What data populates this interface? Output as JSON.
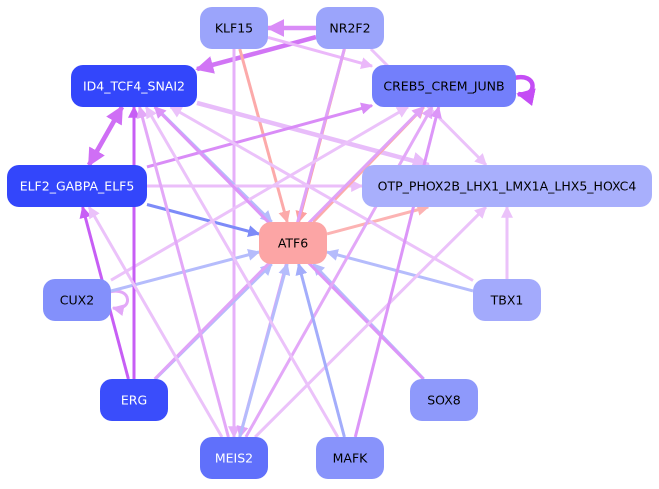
{
  "graph": {
    "title": "",
    "nodes": [
      {
        "id": "KLF15",
        "label": "KLF15",
        "fill": "#9ba4fb",
        "text_color": "#000000"
      },
      {
        "id": "NR2F2",
        "label": "NR2F2",
        "fill": "#9ba4fb",
        "text_color": "#000000"
      },
      {
        "id": "ID4_TCF4_SNAI2",
        "label": "ID4_TCF4_SNAI2",
        "fill": "#3346fb",
        "text_color": "#ffffff"
      },
      {
        "id": "CREB5_CREM_JUNB",
        "label": "CREB5_CREM_JUNB",
        "fill": "#737ffb",
        "text_color": "#000000"
      },
      {
        "id": "ELF2_GABPA_ELF5",
        "label": "ELF2_GABPA_ELF5",
        "fill": "#3346fb",
        "text_color": "#ffffff"
      },
      {
        "id": "OTP_PHOX2B_LHX1_LMX1A_LHX5_HOXC4",
        "label": "OTP_PHOX2B_LHX1_LMX1A_LHX5_HOXC4",
        "fill": "#a8affc",
        "text_color": "#000000"
      },
      {
        "id": "ATF6",
        "label": "ATF6",
        "fill": "#fca5a5",
        "text_color": "#000000"
      },
      {
        "id": "CUX2",
        "label": "CUX2",
        "fill": "#8390fb",
        "text_color": "#000000"
      },
      {
        "id": "TBX1",
        "label": "TBX1",
        "fill": "#a3aafc",
        "text_color": "#000000"
      },
      {
        "id": "ERG",
        "label": "ERG",
        "fill": "#3a4dfb",
        "text_color": "#ffffff"
      },
      {
        "id": "SOX8",
        "label": "SOX8",
        "fill": "#8e99fb",
        "text_color": "#000000"
      },
      {
        "id": "MEIS2",
        "label": "MEIS2",
        "fill": "#6070fb",
        "text_color": "#ffffff"
      },
      {
        "id": "MAFK",
        "label": "MAFK",
        "fill": "#8893fb",
        "text_color": "#000000"
      }
    ],
    "edges": [
      {
        "from": "NR2F2",
        "to": "KLF15",
        "color": "#d98cf7",
        "weight": "thick"
      },
      {
        "from": "NR2F2",
        "to": "ID4_TCF4_SNAI2",
        "color": "#d175f5",
        "weight": "thick"
      },
      {
        "from": "KLF15",
        "to": "CREB5_CREM_JUNB",
        "color": "#ebb8fa",
        "weight": "medium"
      },
      {
        "from": "KLF15",
        "to": "ATF6",
        "color": "#fcaaaa",
        "weight": "medium"
      },
      {
        "from": "KLF15",
        "to": "MEIS2",
        "color": "#e6b0fa",
        "weight": "medium"
      },
      {
        "from": "NR2F2",
        "to": "ATF6",
        "color": "#fca0a0",
        "weight": "medium"
      },
      {
        "from": "NR2F2",
        "to": "OTP_PHOX2B_LHX1_LMX1A_LHX5_HOXC4",
        "color": "#ebc2fa",
        "weight": "medium"
      },
      {
        "from": "NR2F2",
        "to": "MEIS2",
        "color": "#dfa3f8",
        "weight": "medium"
      },
      {
        "from": "CREB5_CREM_JUNB",
        "to": "CREB5_CREM_JUNB",
        "color": "#c44df5",
        "weight": "thick"
      },
      {
        "from": "ID4_TCF4_SNAI2",
        "to": "ELF2_GABPA_ELF5",
        "color": "#cf6ff5",
        "weight": "thick"
      },
      {
        "from": "ELF2_GABPA_ELF5",
        "to": "ID4_TCF4_SNAI2",
        "color": "#cf6ff5",
        "weight": "thick"
      },
      {
        "from": "ID4_TCF4_SNAI2",
        "to": "ATF6",
        "color": "#b5bcfc",
        "weight": "medium"
      },
      {
        "from": "ID4_TCF4_SNAI2",
        "to": "OTP_PHOX2B_LHX1_LMX1A_LHX5_HOXC4",
        "color": "#e8bdfa",
        "weight": "thick"
      },
      {
        "from": "ELF2_GABPA_ELF5",
        "to": "CREB5_CREM_JUNB",
        "color": "#d98cf7",
        "weight": "medium"
      },
      {
        "from": "ELF2_GABPA_ELF5",
        "to": "OTP_PHOX2B_LHX1_LMX1A_LHX5_HOXC4",
        "color": "#ebbefa",
        "weight": "medium"
      },
      {
        "from": "ELF2_GABPA_ELF5",
        "to": "ATF6",
        "color": "#7d8bf8",
        "weight": "medium"
      },
      {
        "from": "ATF6",
        "to": "CREB5_CREM_JUNB",
        "color": "#fcaaaa",
        "weight": "medium"
      },
      {
        "from": "ATF6",
        "to": "OTP_PHOX2B_LHX1_LMX1A_LHX5_HOXC4",
        "color": "#fcb3b3",
        "weight": "medium"
      },
      {
        "from": "CUX2",
        "to": "CUX2",
        "color": "#e3a8f8",
        "weight": "medium"
      },
      {
        "from": "CUX2",
        "to": "ATF6",
        "color": "#b5bcfc",
        "weight": "medium"
      },
      {
        "from": "CUX2",
        "to": "CREB5_CREM_JUNB",
        "color": "#ebc2fa",
        "weight": "medium"
      },
      {
        "from": "TBX1",
        "to": "ATF6",
        "color": "#b5bcfc",
        "weight": "medium"
      },
      {
        "from": "TBX1",
        "to": "OTP_PHOX2B_LHX1_LMX1A_LHX5_HOXC4",
        "color": "#ebc2fa",
        "weight": "medium"
      },
      {
        "from": "TBX1",
        "to": "ID4_TCF4_SNAI2",
        "color": "#ebc2fa",
        "weight": "medium"
      },
      {
        "from": "ERG",
        "to": "ELF2_GABPA_ELF5",
        "color": "#c75ef5",
        "weight": "medium"
      },
      {
        "from": "ERG",
        "to": "ID4_TCF4_SNAI2",
        "color": "#c75ef5",
        "weight": "medium"
      },
      {
        "from": "ERG",
        "to": "ATF6",
        "color": "#b5bcfc",
        "weight": "medium"
      },
      {
        "from": "ERG",
        "to": "CREB5_CREM_JUNB",
        "color": "#e0a3f8",
        "weight": "medium"
      },
      {
        "from": "SOX8",
        "to": "ATF6",
        "color": "#b5bcfc",
        "weight": "medium"
      },
      {
        "from": "SOX8",
        "to": "ID4_TCF4_SNAI2",
        "color": "#dc96f8",
        "weight": "medium"
      },
      {
        "from": "MEIS2",
        "to": "ATF6",
        "color": "#b5bcfc",
        "weight": "medium"
      },
      {
        "from": "MEIS2",
        "to": "CREB5_CREM_JUNB",
        "color": "#e3a8f8",
        "weight": "medium"
      },
      {
        "from": "MEIS2",
        "to": "ELF2_GABPA_ELF5",
        "color": "#ebc2fa",
        "weight": "medium"
      },
      {
        "from": "MEIS2",
        "to": "OTP_PHOX2B_LHX1_LMX1A_LHX5_HOXC4",
        "color": "#ebc2fa",
        "weight": "medium"
      },
      {
        "from": "MEIS2",
        "to": "ID4_TCF4_SNAI2",
        "color": "#e3a8f8",
        "weight": "medium"
      },
      {
        "from": "MAFK",
        "to": "ATF6",
        "color": "#a3adfb",
        "weight": "medium"
      },
      {
        "from": "MAFK",
        "to": "CREB5_CREM_JUNB",
        "color": "#dc96f8",
        "weight": "medium"
      },
      {
        "from": "MAFK",
        "to": "ID4_TCF4_SNAI2",
        "color": "#ebc2fa",
        "weight": "medium"
      }
    ]
  }
}
